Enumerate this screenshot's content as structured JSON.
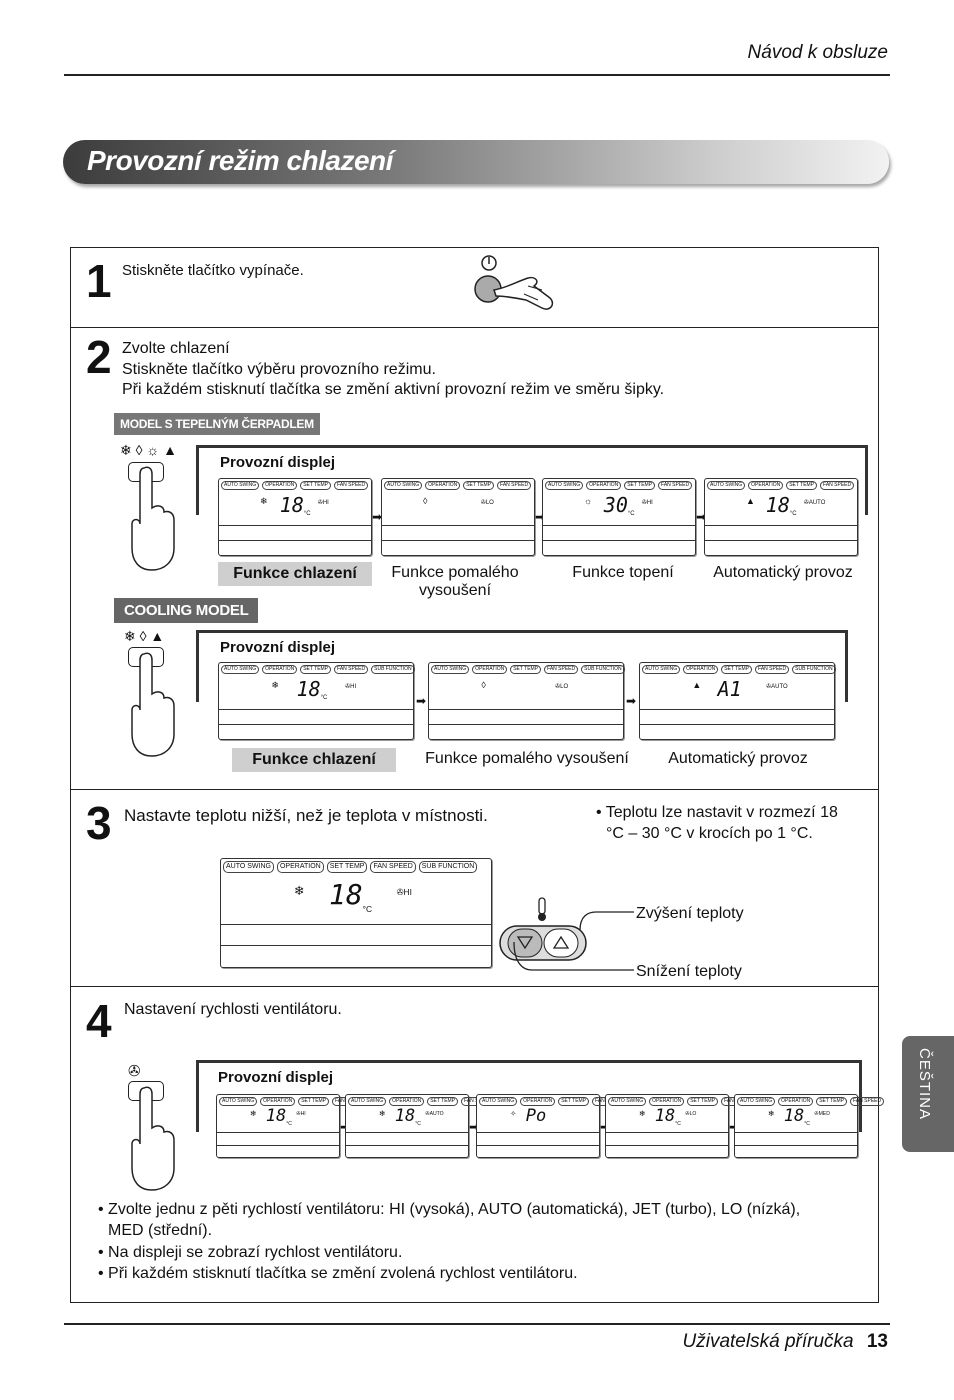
{
  "header": {
    "title": "Návod k obsluze"
  },
  "banner": {
    "title": "Provozní režim chlazení"
  },
  "side_tab": "ČEŠTINA",
  "footer": {
    "title": "Uživatelská příručka",
    "page": "13"
  },
  "lcd_buttons": [
    "AUTO SWING",
    "OPERATION",
    "SET TEMP",
    "FAN SPEED"
  ],
  "lcd_buttons_sub": [
    "AUTO SWING",
    "OPERATION",
    "SET TEMP",
    "FAN SPEED",
    "SUB FUNCTION"
  ],
  "unit": "°C",
  "step1": {
    "num": "1",
    "text": "Stiskněte tlačítko vypínače."
  },
  "step2": {
    "num": "2",
    "line1": "Zvolte chlazení",
    "line2": "Stiskněte tlačítko výběru provozního režimu.",
    "line3": "Při každém stisknutí tlačítka se změní aktivní provozní režim ve směru šipky.",
    "heatpump": {
      "tag": "MODEL S TEPELNÝM ČERPADLEM",
      "display_label": "Provozní displej",
      "displays": [
        {
          "temp": "18",
          "fan": "HI"
        },
        {
          "temp": "",
          "fan": "LO"
        },
        {
          "temp": "30",
          "fan": "HI"
        },
        {
          "temp": "18",
          "fan": "AUTO"
        }
      ],
      "captions": [
        "Funkce chlazení",
        "Funkce pomalého vysoušení",
        "Funkce topení",
        "Automatický provoz"
      ]
    },
    "cooling": {
      "tag": "COOLING MODEL",
      "display_label": "Provozní displej",
      "displays": [
        {
          "temp": "18",
          "fan": "HI"
        },
        {
          "temp": "",
          "fan": "LO"
        },
        {
          "temp": "A1",
          "fan": "AUTO"
        }
      ],
      "captions": [
        "Funkce chlazení",
        "Funkce pomalého vysoušení",
        "Automatický provoz"
      ]
    }
  },
  "step3": {
    "num": "3",
    "text": "Nastavte teplotu nižší, než je teplota v místnosti.",
    "note_l1": "• Teplotu lze nastavit v rozmezí 18",
    "note_l2": "°C – 30 °C v krocích po 1 °C.",
    "display": {
      "temp": "18",
      "fan": "HI"
    },
    "up_label": "Zvýšení teploty",
    "down_label": "Snížení teploty"
  },
  "step4": {
    "num": "4",
    "text": "Nastavení rychlosti ventilátoru.",
    "display_label": "Provozní displej",
    "displays": [
      {
        "temp": "18",
        "fan": "HI"
      },
      {
        "temp": "18",
        "fan": "AUTO"
      },
      {
        "temp": "Po",
        "fan": ""
      },
      {
        "temp": "18",
        "fan": "LO"
      },
      {
        "temp": "18",
        "fan": "MED"
      }
    ],
    "bullets": [
      "• Zvolte jednu z pěti rychlostí ventilátoru: HI (vysoká), AUTO (automatická), JET (turbo), LO (nízká),",
      "MED (střední).",
      "• Na displeji se zobrazí rychlost ventilátoru.",
      "• Při každém stisknutí tlačítka se změní zvolená rychlost ventilátoru."
    ]
  }
}
